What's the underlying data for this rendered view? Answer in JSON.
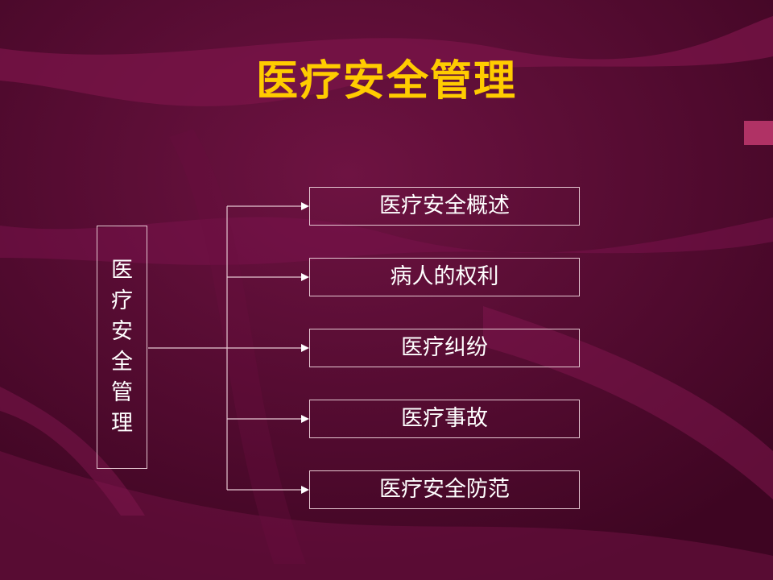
{
  "title": "医疗安全管理",
  "root": {
    "chars": [
      "医",
      "疗",
      "安",
      "全",
      "管",
      "理"
    ]
  },
  "branches": [
    {
      "label": "医疗安全概述"
    },
    {
      "label": "病人的权利"
    },
    {
      "label": "医疗纠纷"
    },
    {
      "label": "医疗事故"
    },
    {
      "label": "医疗安全防范"
    }
  ],
  "colors": {
    "background": "#5a0b32",
    "title": "#ffcc00",
    "text": "#ffffff",
    "line": "#e6c8d2"
  }
}
